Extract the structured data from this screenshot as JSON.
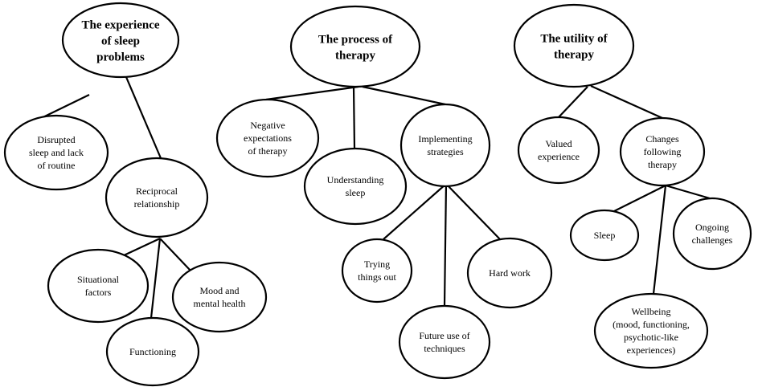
{
  "diagram": {
    "trees": [
      {
        "id": "t1",
        "label": [
          "The experience",
          "of sleep",
          "problems"
        ],
        "children": [
          {
            "id": "t1c1",
            "label": [
              "Disrupted",
              "sleep and lack",
              "of routine"
            ]
          },
          {
            "id": "t1c2",
            "label": [
              "Reciprocal",
              "relationship"
            ],
            "children": [
              {
                "id": "t1c2a",
                "label": [
                  "Situational",
                  "factors"
                ]
              },
              {
                "id": "t1c2b",
                "label": [
                  "Functioning"
                ]
              },
              {
                "id": "t1c2c",
                "label": [
                  "Mood and",
                  "mental health"
                ]
              }
            ]
          }
        ]
      },
      {
        "id": "t2",
        "label": [
          "The process of",
          "therapy"
        ],
        "children": [
          {
            "id": "t2c1",
            "label": [
              "Negative",
              "expectations",
              "of therapy"
            ]
          },
          {
            "id": "t2c2",
            "label": [
              "Understanding",
              "sleep"
            ]
          },
          {
            "id": "t2c3",
            "label": [
              "Implementing",
              "strategies"
            ],
            "children": [
              {
                "id": "t2c3a",
                "label": [
                  "Trying",
                  "things out"
                ]
              },
              {
                "id": "t2c3b",
                "label": [
                  "Future use of",
                  "techniques"
                ]
              },
              {
                "id": "t2c3c",
                "label": [
                  "Hard work"
                ]
              }
            ]
          }
        ]
      },
      {
        "id": "t3",
        "label": [
          "The utility of",
          "therapy"
        ],
        "children": [
          {
            "id": "t3c1",
            "label": [
              "Valued",
              "experience"
            ]
          },
          {
            "id": "t3c2",
            "label": [
              "Changes",
              "following",
              "therapy"
            ],
            "children": [
              {
                "id": "t3c2a",
                "label": [
                  "Sleep"
                ]
              },
              {
                "id": "t3c2b",
                "label": [
                  "Wellbeing",
                  "(mood, functioning,",
                  "psychotic-like",
                  "experiences)"
                ]
              },
              {
                "id": "t3c2c",
                "label": [
                  "Ongoing",
                  "challenges"
                ]
              }
            ]
          }
        ]
      }
    ]
  }
}
